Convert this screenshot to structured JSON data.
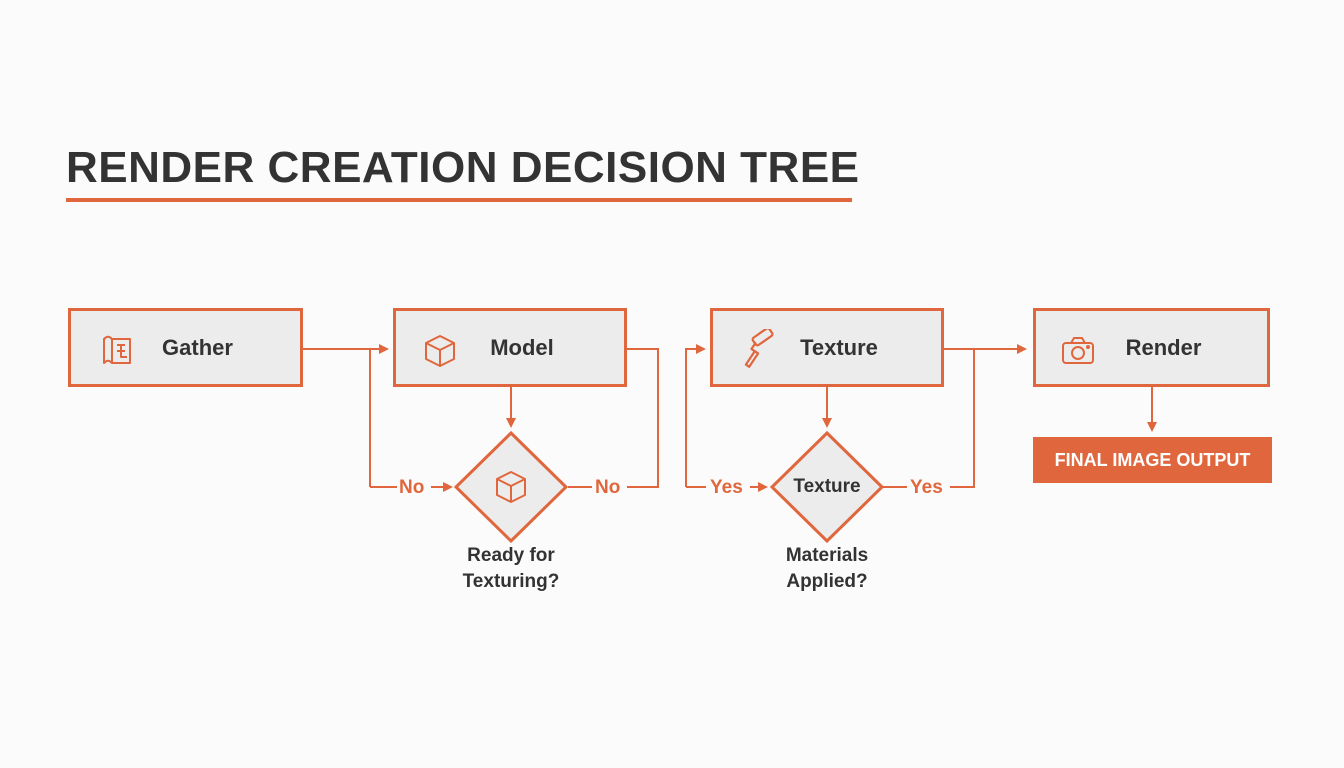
{
  "title": "RENDER CREATION DECISION TREE",
  "colors": {
    "accent": "#e0673d",
    "box_fill": "#ececec",
    "text": "#333333",
    "background": "#fbfbfb"
  },
  "nodes": {
    "gather": {
      "label": "Gather",
      "icon": "blueprint-scroll-icon"
    },
    "model": {
      "label": "Model",
      "icon": "cube-icon"
    },
    "texture": {
      "label": "Texture",
      "icon": "paint-roller-icon"
    },
    "render": {
      "label": "Render",
      "icon": "camera-icon"
    }
  },
  "decisions": {
    "ready_for_texturing": {
      "icon": "cube-icon",
      "caption_line1": "Ready for",
      "caption_line2": "Texturing?"
    },
    "materials_applied": {
      "inner_text": "Texture",
      "caption_line1": "Materials",
      "caption_line2": "Applied?"
    }
  },
  "edge_labels": {
    "model_no_left": "No",
    "model_no_right": "No",
    "texture_yes_left": "Yes",
    "texture_yes_right": "Yes"
  },
  "output": {
    "label": "FINAL IMAGE OUTPUT"
  }
}
